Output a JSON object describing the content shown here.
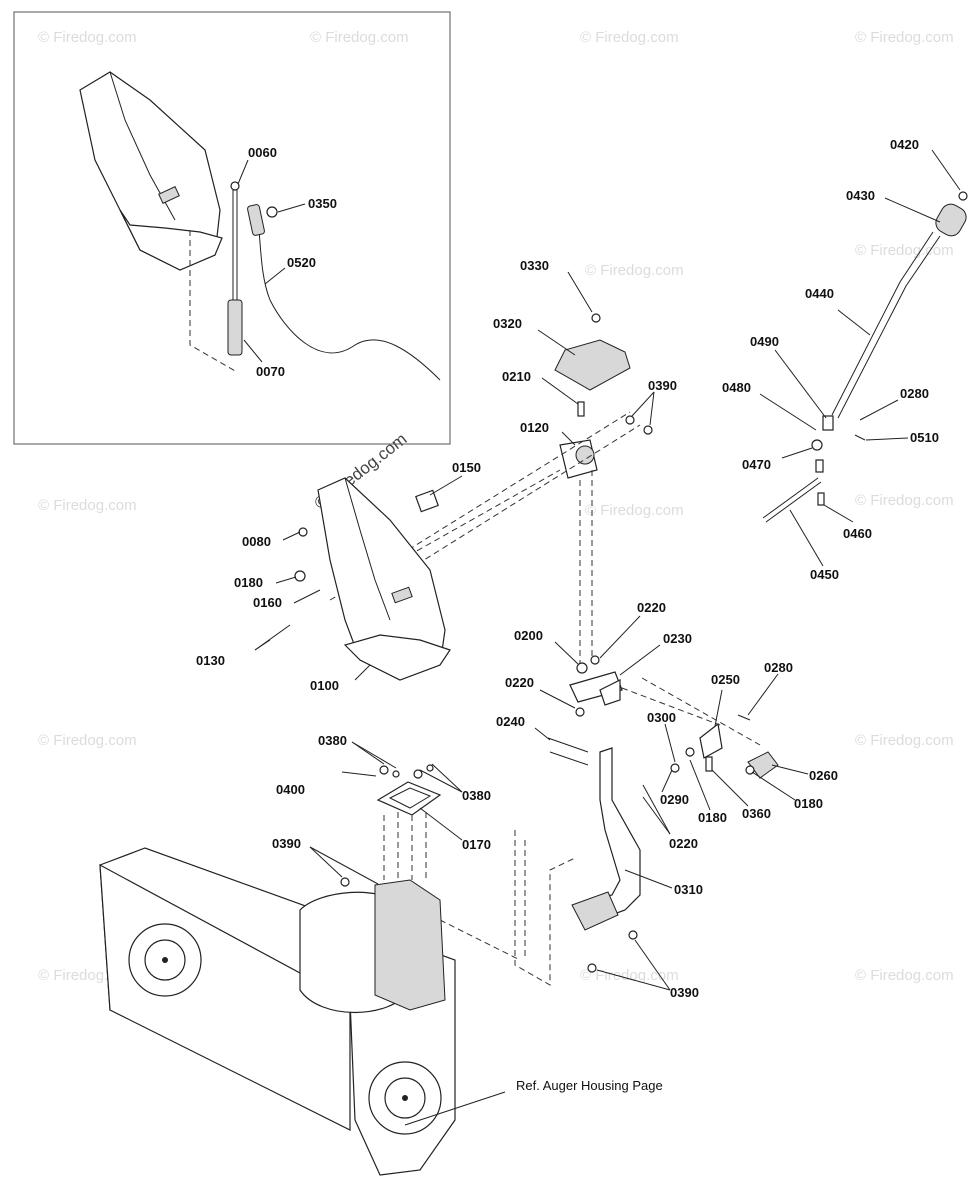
{
  "watermark": "© Firedog.com",
  "center_watermark": "© Firedog.com",
  "ref_note": "Ref. Auger Housing Page",
  "inset_labels": [
    "0060",
    "0350",
    "0520",
    "0070"
  ],
  "labels": {
    "l0420": "0420",
    "l0430": "0430",
    "l0440": "0440",
    "l0490": "0490",
    "l0480": "0480",
    "l0280a": "0280",
    "l0510": "0510",
    "l0470": "0470",
    "l0460": "0460",
    "l0450": "0450",
    "l0330": "0330",
    "l0320": "0320",
    "l0210": "0210",
    "l0390a": "0390",
    "l0120": "0120",
    "l0150": "0150",
    "l0080": "0080",
    "l0180a": "0180",
    "l0160": "0160",
    "l0130": "0130",
    "l0100": "0100",
    "l0220a": "0220",
    "l0230": "0230",
    "l0200": "0200",
    "l0220b": "0220",
    "l0240": "0240",
    "l0250": "0250",
    "l0280b": "0280",
    "l0300": "0300",
    "l0260": "0260",
    "l0290": "0290",
    "l0180b": "0180",
    "l0360": "0360",
    "l0180c": "0180",
    "l0220c": "0220",
    "l0380a": "0380",
    "l0400": "0400",
    "l0380b": "0380",
    "l0170": "0170",
    "l0390b": "0390",
    "l0310": "0310",
    "l0390c": "0390"
  }
}
